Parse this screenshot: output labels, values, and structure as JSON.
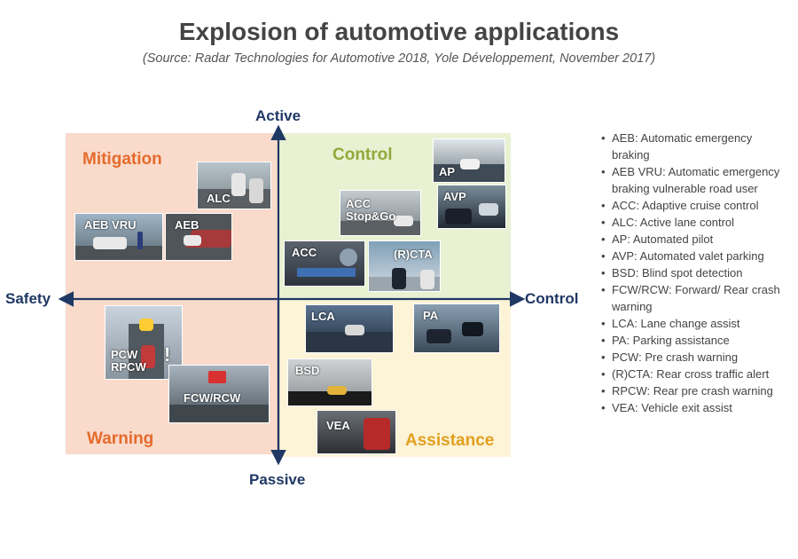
{
  "title": "Explosion of automotive applications",
  "subtitle": "(Source: Radar Technologies for Automotive 2018, Yole Développement, November 2017)",
  "axes": {
    "top": "Active",
    "bottom": "Passive",
    "left": "Safety",
    "right": "Control",
    "color": "#1f3864"
  },
  "quadrants": {
    "top_left": "Mitigation",
    "top_right": "Control",
    "bottom_left": "Warning",
    "bottom_right": "Assistance"
  },
  "colors": {
    "mitigation_bg": "#f9dacb",
    "control_bg": "#e9f1d3",
    "warning_bg": "#f9dacb",
    "assistance_bg": "#fdf3d7",
    "orange_label": "#e56b2c",
    "green_label": "#94a83a",
    "gold_label": "#e0a020"
  },
  "applications": {
    "alc": "ALC",
    "aeb_vru": "AEB VRU",
    "aeb": "AEB",
    "ap": "AP",
    "avp": "AVP",
    "acc_stopgo_1": "ACC",
    "acc_stopgo_2": "Stop&Go",
    "acc": "ACC",
    "rcta": "(R)CTA",
    "pcw": "PCW",
    "rpcw": "RPCW",
    "fcw_rcw": "FCW/RCW",
    "lca": "LCA",
    "pa": "PA",
    "bsd": "BSD",
    "vea": "VEA"
  },
  "legend": [
    "AEB: Automatic emergency braking",
    "AEB VRU: Automatic emergency braking vulnerable road user",
    "ACC: Adaptive cruise control",
    "ALC: Active lane control",
    "AP: Automated pilot",
    "AVP:  Automated valet parking",
    "BSD: Blind spot detection",
    "FCW/RCW:  Forward/ Rear crash warning",
    "LCA: Lane change assist",
    "PA: Parking assistance",
    "PCW: Pre crash warning",
    "(R)CTA: Rear cross traffic alert",
    "RPCW: Rear pre crash warning",
    "VEA: Vehicle exit assist"
  ]
}
